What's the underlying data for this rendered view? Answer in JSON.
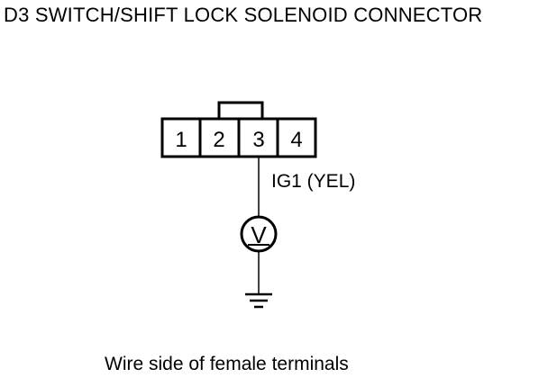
{
  "title": "D3 SWITCH/SHIFT LOCK SOLENOID CONNECTOR",
  "connector": {
    "pins": [
      "1",
      "2",
      "3",
      "4"
    ]
  },
  "wire_label": "IG1 (YEL)",
  "meter_symbol": "V",
  "caption": "Wire side of female terminals",
  "icons": {
    "meter": "voltmeter-icon",
    "ground": "ground-icon"
  }
}
